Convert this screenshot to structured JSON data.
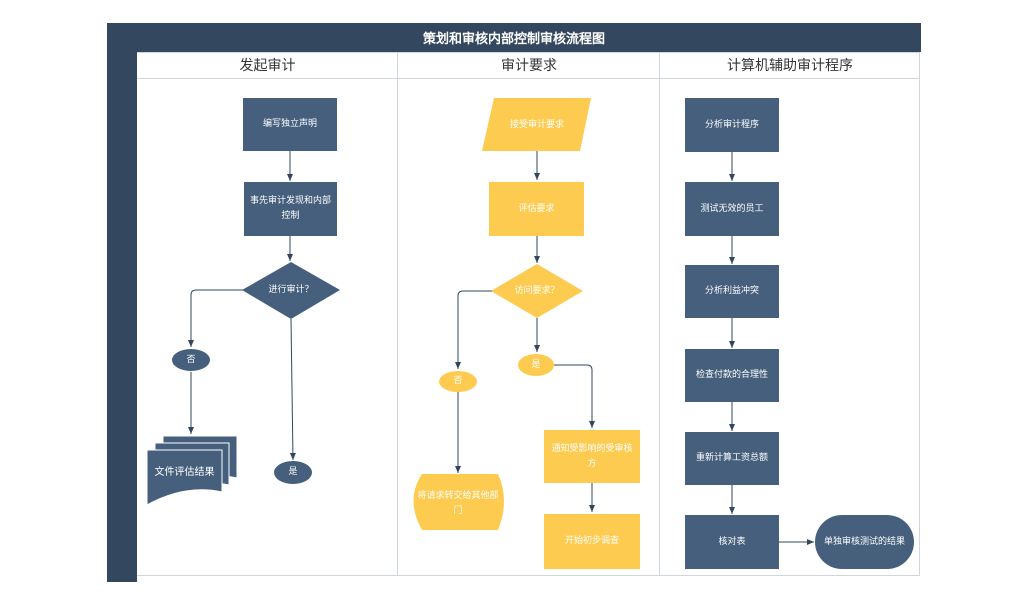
{
  "title": "策划和审核内部控制审核流程图",
  "lanes": [
    "发起审计",
    "审计要求",
    "计算机辅助审计程序"
  ],
  "lane1": {
    "n1": "编写独立声明",
    "n2": "事先审计发现和内部控制",
    "d1": "进行审计？",
    "no": "否",
    "yes": "是",
    "doc": "文件评估结果"
  },
  "lane2": {
    "p1": "接受审计要求",
    "n1": "评估要求",
    "d1": "访问要求？",
    "no": "否",
    "yes": "是",
    "end": "将请求转交给其他部门",
    "n2": "通知受影响的受审核方",
    "n3": "开始初步调查"
  },
  "lane3": {
    "n1": "分析审计程序",
    "n2": "测试无效的员工",
    "n3": "分析利益冲突",
    "n4": "检查付款的合理性",
    "n5": "重新计算工资总额",
    "n6": "核对表",
    "n7": "单独审核测试的结果"
  },
  "colors": {
    "blue": "#455f7c",
    "yellow": "#fecb51",
    "header": "#33475e"
  }
}
